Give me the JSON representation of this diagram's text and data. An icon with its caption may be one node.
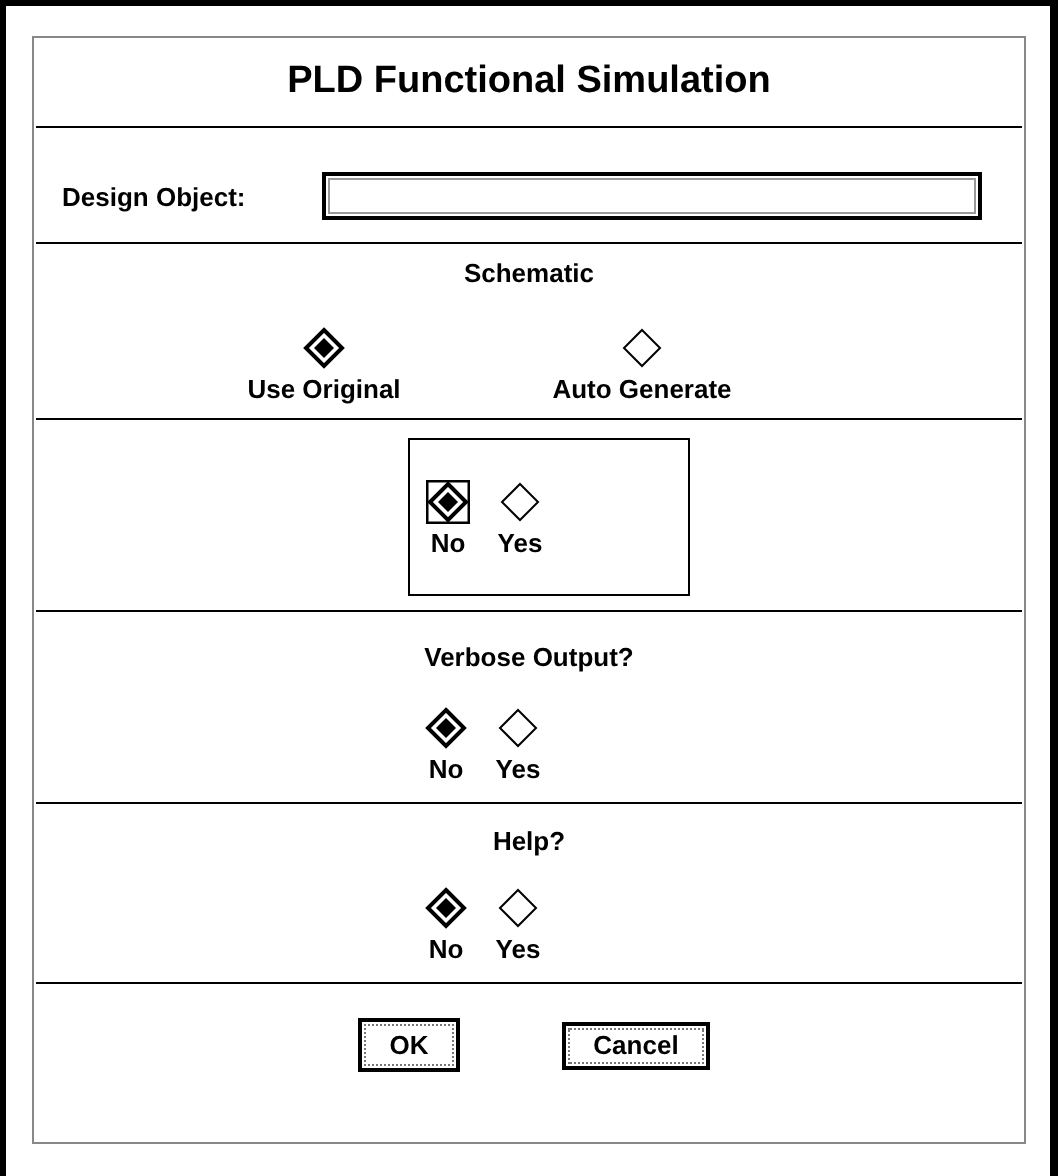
{
  "diagram": {
    "nodes": [
      {
        "text": [
          "PLD Functional Simulation"
        ]
      },
      {
        "text": [
          "Design Object:"
        ],
        "in": 0
      },
      {
        "text": [
          "Schematic",
          "Use Original",
          "Auto Generate"
        ],
        "in": 0
      },
      {
        "text": [
          "No",
          "Yes"
        ],
        "in": 0
      },
      {
        "text": [
          "Verbose Output?",
          "No",
          "Yes"
        ],
        "in": 0
      },
      {
        "text": [
          "Help?",
          "No",
          "Yes"
        ],
        "in": 0
      },
      {
        "text": [
          "OK"
        ],
        "in": 0
      },
      {
        "text": [
          "Cancel"
        ],
        "in": 0
      }
    ]
  }
}
